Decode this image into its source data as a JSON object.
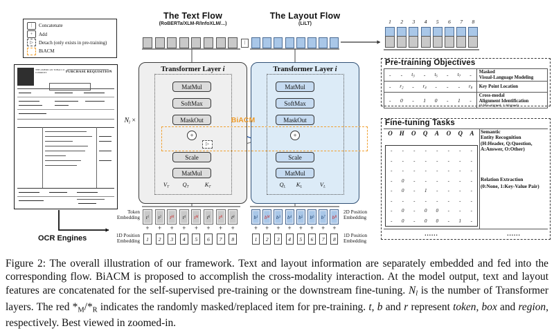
{
  "legend": {
    "items": [
      {
        "icon": "concat-icon",
        "glyph": "|",
        "label": "Concatenate"
      },
      {
        "icon": "add-icon",
        "glyph": "+",
        "label": "Add"
      },
      {
        "icon": "detach-icon",
        "glyph": "▷",
        "label": "Detach (only exists in pre-training)"
      },
      {
        "icon": "biacm-icon",
        "glyph": "",
        "label": "BiACM"
      }
    ]
  },
  "document": {
    "title": "PURCHASE REQUISITION",
    "company": "THE AMERICAN TOBACCO COMPANY"
  },
  "ocr": {
    "label": "OCR Engines"
  },
  "diagram": {
    "concat_glyph": "|",
    "plus_glyph": "+",
    "detach_glyph": "▷",
    "biacm_label": "BiACM",
    "nl": {
      "base": "N",
      "sub": "l",
      "suffix": " ×"
    }
  },
  "text_flow": {
    "title": "The Text Flow",
    "subtitle": "(RoBERTa/XLM-R/InfoXLM/...)",
    "layer_title": "Transformer Layer ",
    "layer_var": "i",
    "ops": [
      "MatMul",
      "SoftMax",
      "MaskOut",
      "Scale",
      "MatMul"
    ],
    "inputs": [
      {
        "base": "V",
        "sub": "T"
      },
      {
        "base": "Q",
        "sub": "T"
      },
      {
        "base": "K",
        "sub": "T"
      }
    ]
  },
  "layout_flow": {
    "title": "The Layout Flow",
    "subtitle": "(LiLT)",
    "layer_title": "Transformer Layer ",
    "layer_var": "i",
    "ops": [
      "MatMul",
      "SoftMax",
      "MaskOut",
      "Scale",
      "MatMul"
    ],
    "inputs": [
      {
        "base": "Q",
        "sub": "L"
      },
      {
        "base": "K",
        "sub": "L"
      },
      {
        "base": "V",
        "sub": "L"
      }
    ]
  },
  "embeddings": {
    "token_label": "Token\nEmbedding",
    "pos1d_label": "1D Position\nEmbedding",
    "pos2d_label": "2D Position\nEmbedding",
    "plus": "+",
    "tokens": [
      {
        "base": "t",
        "sub": "1"
      },
      {
        "base": "t",
        "sub": "2"
      },
      {
        "base": "t",
        "sub": "M",
        "red": true
      },
      {
        "base": "t",
        "sub": "4"
      },
      {
        "base": "t",
        "sub": "M",
        "red": true
      },
      {
        "base": "t",
        "sub": "6"
      },
      {
        "base": "t",
        "sub": "R",
        "red": true
      },
      {
        "base": "t",
        "sub": "8"
      }
    ],
    "boxes": [
      {
        "base": "b",
        "sub": "1"
      },
      {
        "base": "b",
        "sub": "M",
        "red": true
      },
      {
        "base": "b",
        "sub": "3"
      },
      {
        "base": "b",
        "sub": "4"
      },
      {
        "base": "b",
        "sub": "5"
      },
      {
        "base": "b",
        "sub": "6"
      },
      {
        "base": "b",
        "sub": "7"
      },
      {
        "base": "b",
        "sub": "R",
        "red": true
      }
    ],
    "positions": [
      "1",
      "2",
      "3",
      "4",
      "5",
      "6",
      "7",
      "8"
    ]
  },
  "output": {
    "indices": [
      "1",
      "2",
      "3",
      "4",
      "5",
      "6",
      "7",
      "8"
    ]
  },
  "pretraining": {
    "title": "Pre-training Objectives",
    "rows": [
      {
        "cells": [
          "-",
          "-",
          "t3",
          "-",
          "t5",
          "-",
          "t7",
          "-"
        ],
        "label": "Masked\nVisual-Language Modeling",
        "note": ""
      },
      {
        "cells": [
          "-",
          "r2",
          "-",
          "r4",
          "-",
          "-",
          "-",
          "r8"
        ],
        "label": "Key Point Location",
        "note": ""
      },
      {
        "cells": [
          "-",
          "0",
          "-",
          "1",
          "0",
          "-",
          "1",
          "-"
        ],
        "label": "Cross-modal\nAlignment Identification",
        "note": "(0:Mis-aligned, 1:Aligned)"
      }
    ]
  },
  "finetuning": {
    "title": "Fine-tuning Tasks",
    "ser": {
      "cells": [
        "O",
        "H",
        "O",
        "Q",
        "A",
        "O",
        "Q",
        "A"
      ],
      "label": "Semantic\nEntity Recognition",
      "note": "(H:Header, Q:Question,\nA:Answer, O:Other)"
    },
    "re": {
      "label": "Relation Extraction",
      "note": "(0:None, 1:Key-Value Pair)",
      "matrix": [
        [
          "-",
          "-",
          "-",
          "-",
          "-",
          "-",
          "-",
          "-"
        ],
        [
          "-",
          "-",
          "-",
          "-",
          "-",
          "-",
          "-",
          "-"
        ],
        [
          "-",
          "-",
          "-",
          "-",
          "-",
          "-",
          "-",
          "-"
        ],
        [
          "-",
          "0",
          "-",
          "-",
          "-",
          "-",
          "-",
          "-"
        ],
        [
          "-",
          "0",
          "-",
          "1",
          "-",
          "-",
          "-",
          "-"
        ],
        [
          "-",
          "-",
          "-",
          "-",
          "-",
          "-",
          "-",
          "-"
        ],
        [
          "-",
          "0",
          "-",
          "0",
          "0",
          "-",
          "-",
          "-"
        ],
        [
          "-",
          "0",
          "-",
          "0",
          "0",
          "-",
          "1",
          "-"
        ]
      ]
    },
    "dots_left": "......",
    "dots_right": "......"
  },
  "colors": {
    "biacm_orange": "#f0a030",
    "masked_red": "#cc2020",
    "layout_blue": "#a9c7e8",
    "text_gray": "#c9c9c9",
    "wire_blue": "#2e5fa8"
  },
  "caption": {
    "segments": [
      {
        "text": "Figure 2: The overall illustration of our framework. Text and layout information are separately embedded and fed into the corresponding flow. BiACM is proposed to accomplish the cross-modality interaction. At the model output, text and layout features are concatenated for the self-supervised pre-training or the downstream fine-tuning. "
      },
      {
        "text": "N",
        "style": "i"
      },
      {
        "text": "l",
        "style": "isub"
      },
      {
        "text": " is the number of Transformer layers. The red *",
        "style": ""
      },
      {
        "text": "M",
        "style": "sub"
      },
      {
        "text": "/*",
        "style": ""
      },
      {
        "text": "R",
        "style": "sub"
      },
      {
        "text": " indicates the randomly masked/replaced item for pre-training. ",
        "style": ""
      },
      {
        "text": "t",
        "style": "i"
      },
      {
        "text": ", ",
        "style": ""
      },
      {
        "text": "b",
        "style": "i"
      },
      {
        "text": " and ",
        "style": ""
      },
      {
        "text": "r",
        "style": "i"
      },
      {
        "text": " represent ",
        "style": ""
      },
      {
        "text": "token",
        "style": "i"
      },
      {
        "text": ", ",
        "style": ""
      },
      {
        "text": "box",
        "style": "i"
      },
      {
        "text": " and ",
        "style": ""
      },
      {
        "text": "region",
        "style": "i"
      },
      {
        "text": ", respectively. Best viewed in zoomed-in.",
        "style": ""
      }
    ]
  }
}
